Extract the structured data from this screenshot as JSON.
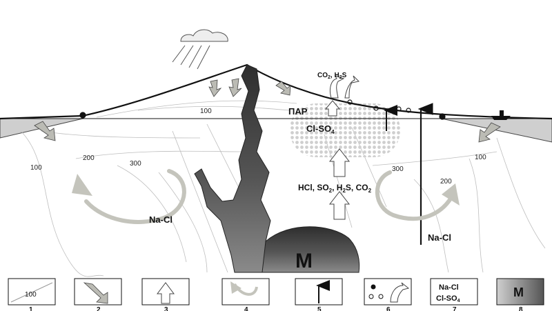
{
  "labels": {
    "steam": "ПАР",
    "cl_so4": "Cl-SO",
    "cl_so4_sub": "4",
    "chem_hcl": "HCl, SO",
    "chem_so2_sub": "2",
    "chem_h2s": ", H",
    "chem_h2s_sub": "2",
    "chem_s": "S, CO",
    "chem_co2_sub": "2",
    "gas_co2": "CO",
    "gas_co2_sub": "2",
    "gas_h2s": ", H",
    "gas_h2s_sub": "2",
    "gas_s": "S",
    "nacl_left": "Na-Cl",
    "nacl_right": "Na-Cl",
    "magma": "M"
  },
  "isotherms": {
    "t100_top": "100",
    "t100_left": "100",
    "t200_left": "200",
    "t300_left": "300",
    "t300_right": "300",
    "t200_right": "200",
    "t100_right": "100"
  },
  "legend": {
    "items": [
      {
        "num": "1",
        "text": "100"
      },
      {
        "num": "2",
        "text": ""
      },
      {
        "num": "3",
        "text": ""
      },
      {
        "num": "4",
        "text": ""
      },
      {
        "num": "5",
        "text": ""
      },
      {
        "num": "6",
        "text": ""
      },
      {
        "num": "7",
        "text1": "Na-Cl",
        "text2": "Cl-SO",
        "text2_sub": "4"
      },
      {
        "num": "8",
        "text": "M"
      }
    ]
  },
  "colors": {
    "magma_dark": "#3a3a3a",
    "magma_light": "#9a9a9a",
    "sea": "#c8c8c8",
    "arrow_grey": "#bdbdb5",
    "line": "#111111",
    "isotherm": "#b5b5b5"
  }
}
